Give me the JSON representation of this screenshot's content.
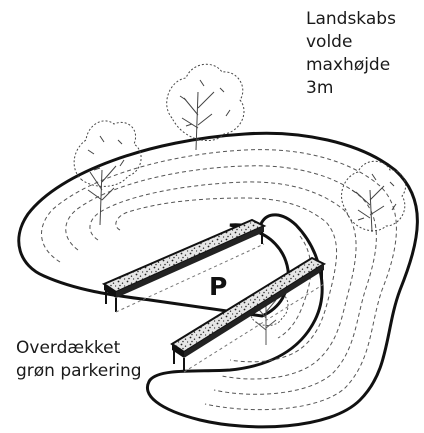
{
  "diagram": {
    "berm_label": "Landskabs\nvolde\nmaxhøjde\n3m",
    "parking_label": "Overdækket\ngrøn parkering",
    "parking_symbol": "P"
  },
  "colors": {
    "ink": "#111111",
    "paper": "#ffffff",
    "roof_fill": "#d9d9d9",
    "tree_ink": "#444444"
  },
  "icons": {
    "trees": "tree-icon",
    "canopy": "green-roof-icon"
  }
}
